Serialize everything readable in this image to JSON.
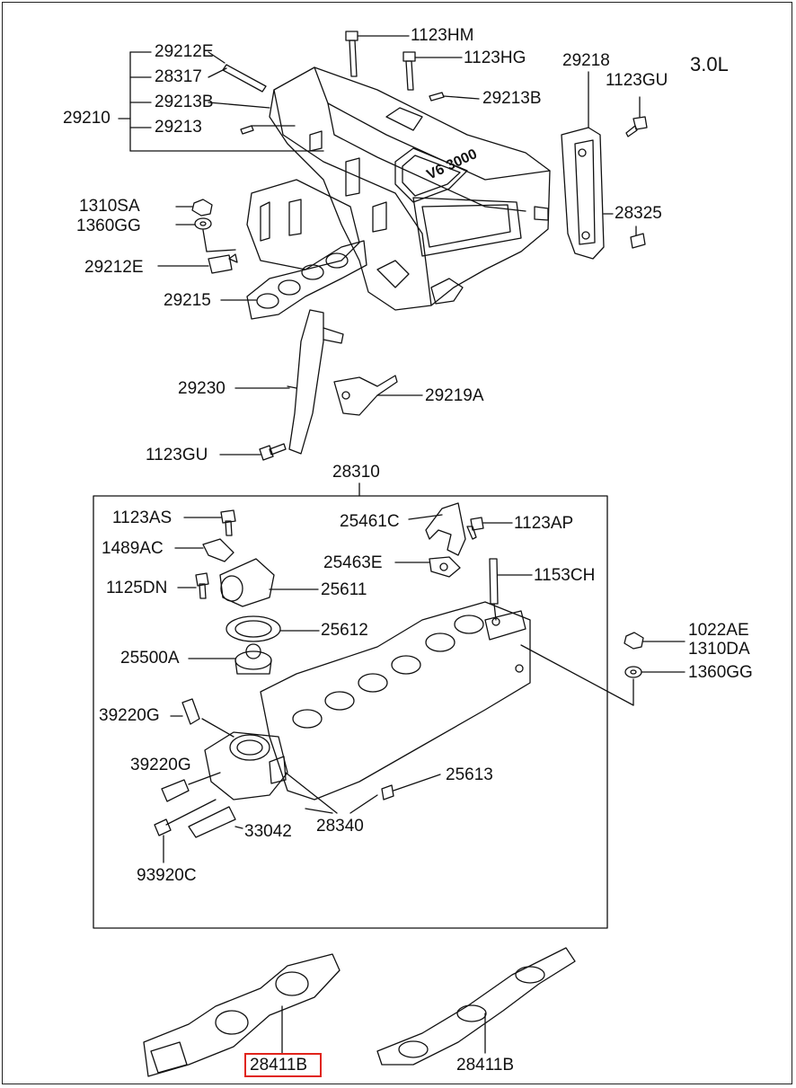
{
  "engine_label": "3.0L",
  "highlight_color": "#e0241b",
  "highlighted_part": "28411B",
  "emblem_text": "V6 3000",
  "labels": {
    "p29212E_a": "29212E",
    "p28317": "28317",
    "p29213B_a": "29213B",
    "p29210": "29210",
    "p29213": "29213",
    "p1123HM": "1123HM",
    "p1123HG": "1123HG",
    "p29213B_b": "29213B",
    "p29218": "29218",
    "p1123GU_a": "1123GU",
    "p28325": "28325",
    "p1310SA": "1310SA",
    "p1360GG_a": "1360GG",
    "p29212E_b": "29212E",
    "p29215": "29215",
    "p29230": "29230",
    "p29219A": "29219A",
    "p1123GU_b": "1123GU",
    "p28310": "28310",
    "p1123AS": "1123AS",
    "p25461C": "25461C",
    "p1123AP": "1123AP",
    "p1489AC": "1489AC",
    "p25463E": "25463E",
    "p1153CH": "1153CH",
    "p1125DN": "1125DN",
    "p25611": "25611",
    "p25612": "25612",
    "p25500A": "25500A",
    "p1022AE": "1022AE",
    "p1310DA": "1310DA",
    "p1360GG_b": "1360GG",
    "p39220G_a": "39220G",
    "p39220G_b": "39220G",
    "p25613": "25613",
    "p33042": "33042",
    "p28340": "28340",
    "p93920C": "93920C",
    "p28411B_a": "28411B",
    "p28411B_b": "28411B"
  }
}
